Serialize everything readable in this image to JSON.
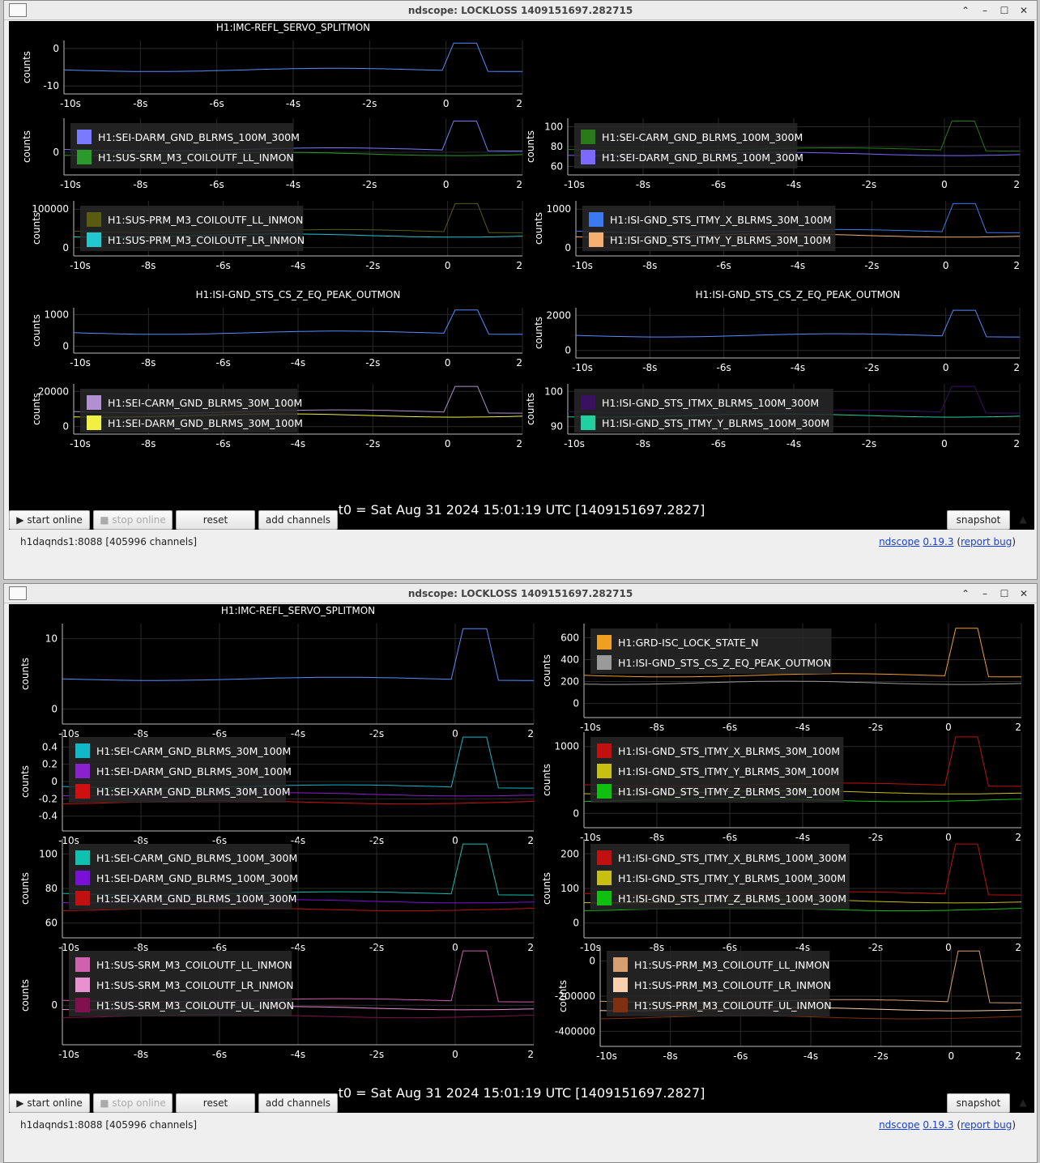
{
  "windows": [
    {
      "title": "ndscope: LOCKLOSS 1409151697.282715",
      "t0": "t0 = Sat Aug 31 2024 15:01:19 UTC [1409151697.2827]",
      "server": "h1daqnds1:8088  [405996 channels]",
      "plots": [
        {
          "title": "H1:IMC-REFL_SERVO_SPLITMON",
          "ylabel": "counts",
          "yticks": [
            "0",
            "-10"
          ],
          "xticks": [
            "-10s",
            "-8s",
            "-6s",
            "-4s",
            "-2s",
            "0",
            "2"
          ],
          "legend": []
        },
        {
          "title": "",
          "ylabel": "counts",
          "yticks": [
            "0"
          ],
          "xticks": [
            "-10s",
            "-8s",
            "-6s",
            "-4s",
            "-2s",
            "0",
            "2"
          ],
          "legend": [
            {
              "label": "H1:SEI-DARM_GND_BLRMS_100M_300M",
              "color": "#7a7aff"
            },
            {
              "label": "H1:SUS-SRM_M3_COILOUTF_LL_INMON",
              "color": "#2a9a2a"
            }
          ]
        },
        {
          "title": "",
          "ylabel": "counts",
          "yticks": [
            "100",
            "80",
            "60"
          ],
          "xticks": [
            "-10s",
            "-8s",
            "-6s",
            "-4s",
            "-2s",
            "0",
            "2"
          ],
          "legend": [
            {
              "label": "H1:SEI-CARM_GND_BLRMS_100M_300M",
              "color": "#2a7a1a"
            },
            {
              "label": "H1:SEI-DARM_GND_BLRMS_100M_300M",
              "color": "#7a6aff"
            }
          ]
        },
        {
          "title": "",
          "ylabel": "counts",
          "yticks": [
            "100000",
            "0"
          ],
          "xticks": [
            "-10s",
            "-8s",
            "-6s",
            "-4s",
            "-2s",
            "0",
            "2"
          ],
          "legend": [
            {
              "label": "H1:SUS-PRM_M3_COILOUTF_LL_INMON",
              "color": "#5a5a10"
            },
            {
              "label": "H1:SUS-PRM_M3_COILOUTF_LR_INMON",
              "color": "#20c8d0"
            }
          ]
        },
        {
          "title": "",
          "ylabel": "counts",
          "yticks": [
            "1000",
            "0"
          ],
          "xticks": [
            "-10s",
            "-8s",
            "-6s",
            "-4s",
            "-2s",
            "0",
            "2"
          ],
          "legend": [
            {
              "label": "H1:ISI-GND_STS_ITMY_X_BLRMS_30M_100M",
              "color": "#3a7aee"
            },
            {
              "label": "H1:ISI-GND_STS_ITMY_Y_BLRMS_30M_100M",
              "color": "#f4b070"
            }
          ]
        },
        {
          "title": "H1:ISI-GND_STS_CS_Z_EQ_PEAK_OUTMON",
          "ylabel": "counts",
          "yticks": [
            "1000",
            "0"
          ],
          "xticks": [
            "-10s",
            "-8s",
            "-6s",
            "-4s",
            "-2s",
            "0",
            "2"
          ],
          "legend": []
        },
        {
          "title": "H1:ISI-GND_STS_CS_Z_EQ_PEAK_OUTMON",
          "ylabel": "counts",
          "yticks": [
            "2000",
            "0"
          ],
          "xticks": [
            "-10s",
            "-8s",
            "-6s",
            "-4s",
            "-2s",
            "0",
            "2"
          ],
          "legend": []
        },
        {
          "title": "",
          "ylabel": "counts",
          "yticks": [
            "20000",
            "0"
          ],
          "xticks": [
            "-10s",
            "-8s",
            "-6s",
            "-4s",
            "-2s",
            "0",
            "2"
          ],
          "legend": [
            {
              "label": "H1:SEI-CARM_GND_BLRMS_30M_100M",
              "color": "#b090d0"
            },
            {
              "label": "H1:SEI-DARM_GND_BLRMS_30M_100M",
              "color": "#f0f040"
            }
          ]
        },
        {
          "title": "",
          "ylabel": "counts",
          "yticks": [
            "100",
            "90"
          ],
          "xticks": [
            "-10s",
            "-8s",
            "-6s",
            "-4s",
            "-2s",
            "0",
            "2"
          ],
          "legend": [
            {
              "label": "H1:ISI-GND_STS_ITMX_BLRMS_100M_300M",
              "color": "#3a1060"
            },
            {
              "label": "H1:ISI-GND_STS_ITMY_Y_BLRMS_100M_300M",
              "color": "#20d0a0"
            }
          ]
        }
      ]
    },
    {
      "title": "ndscope: LOCKLOSS 1409151697.282715",
      "t0": "t0 = Sat Aug 31 2024 15:01:19 UTC [1409151697.2827]",
      "server": "h1daqnds1:8088  [405996 channels]",
      "plots": [
        {
          "title": "H1:IMC-REFL_SERVO_SPLITMON",
          "ylabel": "counts",
          "yticks": [
            "10",
            "0"
          ],
          "xticks": [
            "-10s",
            "-8s",
            "-6s",
            "-4s",
            "-2s",
            "0",
            "2"
          ],
          "legend": []
        },
        {
          "title": "",
          "ylabel": "counts",
          "yticks": [
            "600",
            "400",
            "200",
            "0"
          ],
          "xticks": [
            "-10s",
            "-8s",
            "-6s",
            "-4s",
            "-2s",
            "0",
            "2"
          ],
          "legend": [
            {
              "label": "H1:GRD-ISC_LOCK_STATE_N",
              "color": "#f0a020"
            },
            {
              "label": "H1:ISI-GND_STS_CS_Z_EQ_PEAK_OUTMON",
              "color": "#9a9a9a"
            }
          ]
        },
        {
          "title": "",
          "ylabel": "counts",
          "yticks": [
            "0.4",
            "0.2",
            "0",
            "-0.2",
            "-0.4"
          ],
          "xticks": [
            "-10s",
            "-8s",
            "-6s",
            "-4s",
            "-2s",
            "0",
            "2"
          ],
          "legend": [
            {
              "label": "H1:SEI-CARM_GND_BLRMS_30M_100M",
              "color": "#10b8c8"
            },
            {
              "label": "H1:SEI-DARM_GND_BLRMS_30M_100M",
              "color": "#8a20d0"
            },
            {
              "label": "H1:SEI-XARM_GND_BLRMS_30M_100M",
              "color": "#d01010"
            }
          ]
        },
        {
          "title": "",
          "ylabel": "counts",
          "yticks": [
            "1000",
            "0"
          ],
          "xticks": [
            "-10s",
            "-8s",
            "-6s",
            "-4s",
            "-2s",
            "0",
            "2"
          ],
          "legend": [
            {
              "label": "H1:ISI-GND_STS_ITMY_X_BLRMS_30M_100M",
              "color": "#c01010"
            },
            {
              "label": "H1:ISI-GND_STS_ITMY_Y_BLRMS_30M_100M",
              "color": "#c8c010"
            },
            {
              "label": "H1:ISI-GND_STS_ITMY_Z_BLRMS_30M_100M",
              "color": "#10c010"
            }
          ]
        },
        {
          "title": "",
          "ylabel": "counts",
          "yticks": [
            "100",
            "80",
            "60"
          ],
          "xticks": [
            "-10s",
            "-8s",
            "-6s",
            "-4s",
            "-2s",
            "0",
            "2"
          ],
          "legend": [
            {
              "label": "H1:SEI-CARM_GND_BLRMS_100M_300M",
              "color": "#10c0b0"
            },
            {
              "label": "H1:SEI-DARM_GND_BLRMS_100M_300M",
              "color": "#7a10d8"
            },
            {
              "label": "H1:SEI-XARM_GND_BLRMS_100M_300M",
              "color": "#c01010"
            }
          ]
        },
        {
          "title": "",
          "ylabel": "counts",
          "yticks": [
            "200",
            "100",
            "0"
          ],
          "xticks": [
            "-10s",
            "-8s",
            "-6s",
            "-4s",
            "-2s",
            "0",
            "2"
          ],
          "legend": [
            {
              "label": "H1:ISI-GND_STS_ITMY_X_BLRMS_100M_300M",
              "color": "#c01010"
            },
            {
              "label": "H1:ISI-GND_STS_ITMY_Y_BLRMS_100M_300M",
              "color": "#c8c010"
            },
            {
              "label": "H1:ISI-GND_STS_ITMY_Z_BLRMS_100M_300M",
              "color": "#10c010"
            }
          ]
        },
        {
          "title": "",
          "ylabel": "counts",
          "yticks": [
            "0"
          ],
          "xticks": [
            "-10s",
            "-8s",
            "-6s",
            "-4s",
            "-2s",
            "0",
            "2"
          ],
          "legend": [
            {
              "label": "H1:SUS-SRM_M3_COILOUTF_LL_INMON",
              "color": "#d060b0"
            },
            {
              "label": "H1:SUS-SRM_M3_COILOUTF_LR_INMON",
              "color": "#e890d0"
            },
            {
              "label": "H1:SUS-SRM_M3_COILOUTF_UL_INMON",
              "color": "#801050"
            }
          ]
        },
        {
          "title": "",
          "ylabel": "counts",
          "yticks": [
            "0",
            "-200000",
            "-400000"
          ],
          "xticks": [
            "-10s",
            "-8s",
            "-6s",
            "-4s",
            "-2s",
            "0",
            "2"
          ],
          "legend": [
            {
              "label": "H1:SUS-PRM_M3_COILOUTF_LL_INMON",
              "color": "#d8a070"
            },
            {
              "label": "H1:SUS-PRM_M3_COILOUTF_LR_INMON",
              "color": "#f8d0b0"
            },
            {
              "label": "H1:SUS-PRM_M3_COILOUTF_UL_INMON",
              "color": "#803010"
            }
          ]
        }
      ]
    }
  ],
  "buttons": {
    "start": "start online",
    "stop": "stop online",
    "reset": "reset",
    "add": "add channels",
    "snapshot": "snapshot"
  },
  "links": {
    "ndscope": "ndscope",
    "version": "0.19.3",
    "bug": "report bug"
  }
}
